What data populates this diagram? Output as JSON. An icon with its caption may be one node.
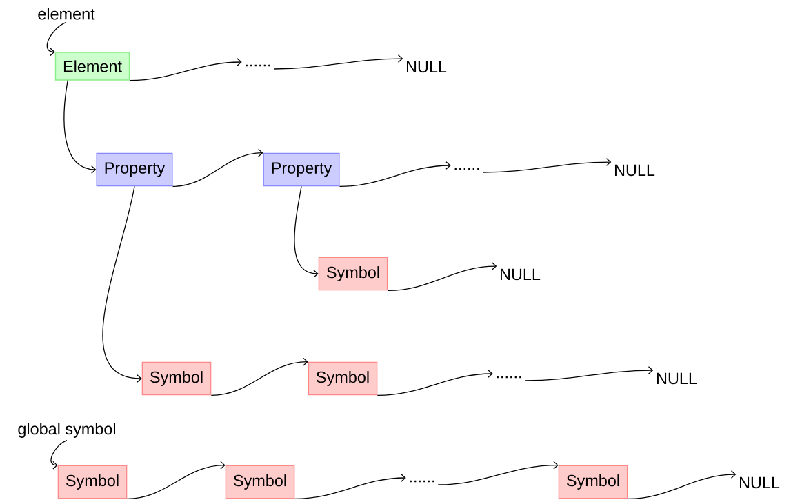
{
  "diagram": {
    "nodes": [
      {
        "text": [
          "element"
        ]
      },
      {
        "text": [
          "Element"
        ]
      },
      {
        "text": [
          "......"
        ]
      },
      {
        "text": [
          "NULL"
        ]
      },
      {
        "text": [
          "Property"
        ]
      },
      {
        "text": [
          "Property"
        ]
      },
      {
        "text": [
          "......"
        ]
      },
      {
        "text": [
          "NULL"
        ]
      },
      {
        "text": [
          "Symbol"
        ]
      },
      {
        "text": [
          "NULL"
        ]
      },
      {
        "text": [
          "Symbol"
        ]
      },
      {
        "text": [
          "Symbol"
        ]
      },
      {
        "text": [
          "......"
        ]
      },
      {
        "text": [
          "NULL"
        ]
      },
      {
        "text": [
          "global symbol"
        ]
      },
      {
        "text": [
          "Symbol"
        ]
      },
      {
        "text": [
          "Symbol"
        ]
      },
      {
        "text": [
          "......"
        ]
      },
      {
        "text": [
          "Symbol"
        ]
      },
      {
        "text": [
          "NULL"
        ]
      }
    ],
    "edges": [
      {
        "from": 0,
        "to": 1,
        "arrow": "to"
      },
      {
        "from": 1,
        "to": 2,
        "arrow": "to"
      },
      {
        "from": 2,
        "to": 3,
        "arrow": "to"
      },
      {
        "from": 1,
        "to": 4,
        "arrow": "to"
      },
      {
        "from": 4,
        "to": 5,
        "arrow": "to"
      },
      {
        "from": 5,
        "to": 6,
        "arrow": "to"
      },
      {
        "from": 6,
        "to": 7,
        "arrow": "to"
      },
      {
        "from": 5,
        "to": 8,
        "arrow": "to"
      },
      {
        "from": 8,
        "to": 9,
        "arrow": "to"
      },
      {
        "from": 4,
        "to": 10,
        "arrow": "to"
      },
      {
        "from": 10,
        "to": 11,
        "arrow": "to"
      },
      {
        "from": 11,
        "to": 12,
        "arrow": "to"
      },
      {
        "from": 12,
        "to": 13,
        "arrow": "to"
      },
      {
        "from": 14,
        "to": 15,
        "arrow": "to"
      },
      {
        "from": 15,
        "to": 16,
        "arrow": "to"
      },
      {
        "from": 16,
        "to": 17,
        "arrow": "to"
      },
      {
        "from": 17,
        "to": 18,
        "arrow": "to"
      },
      {
        "from": 18,
        "to": 19,
        "arrow": "to"
      }
    ]
  }
}
